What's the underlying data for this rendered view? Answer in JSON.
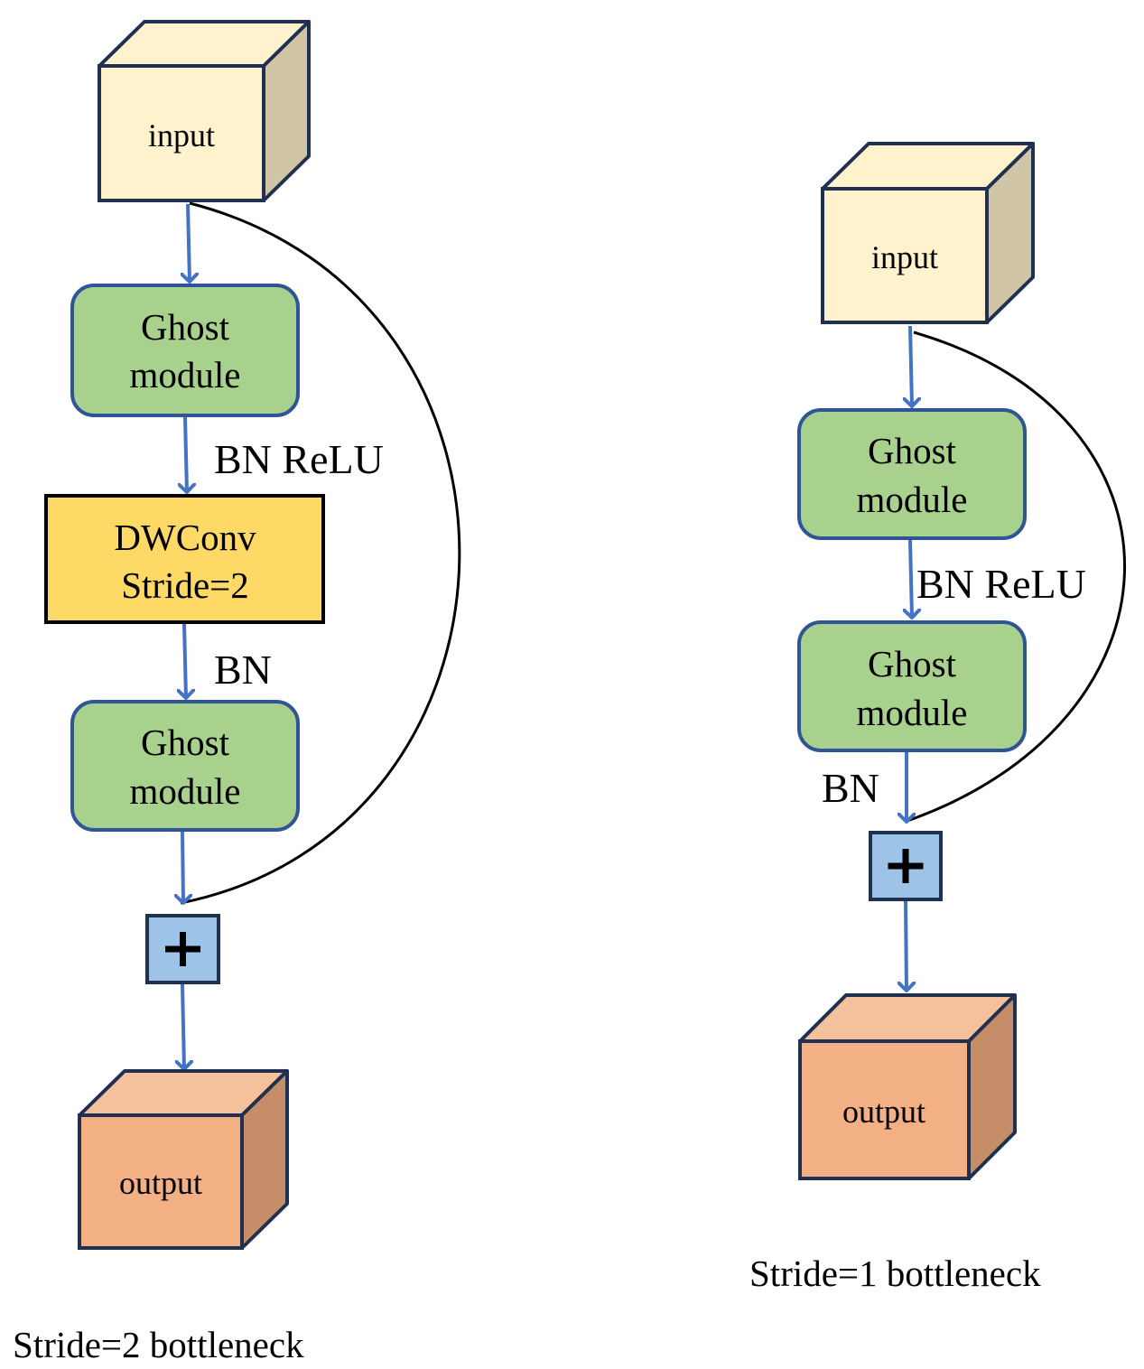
{
  "colors": {
    "arrow": "#4472C4",
    "outline": "#1F3050",
    "skip_line": "#000000",
    "input_front": "#FFF2CC",
    "input_top": "#FFF2CC",
    "input_side": "#D0C5A4",
    "output_front": "#F2B084",
    "output_top": "#F5C09C",
    "output_side": "#C58E68",
    "ghost_fill": "#A9D18E",
    "ghost_stroke": "#2F5597",
    "dwconv_fill": "#FFD966",
    "dwconv_stroke": "#000000",
    "add_fill": "#9DC3E6",
    "add_stroke": "#1F3050"
  },
  "left": {
    "caption": "Stride=2 bottleneck",
    "input_label": "input",
    "ghost1": [
      "Ghost",
      "module"
    ],
    "edge1_label": "BN ReLU",
    "dwconv": [
      "DWConv",
      "Stride=2"
    ],
    "edge2_label": "BN",
    "ghost2": [
      "Ghost",
      "module"
    ],
    "add_symbol": "plus-icon",
    "output_label": "output"
  },
  "right": {
    "caption": "Stride=1 bottleneck",
    "input_label": "input",
    "ghost1": [
      "Ghost",
      "module"
    ],
    "edge1_label": "BN ReLU",
    "ghost2": [
      "Ghost",
      "module"
    ],
    "edge2_label": "BN",
    "add_symbol": "plus-icon",
    "output_label": "output"
  }
}
